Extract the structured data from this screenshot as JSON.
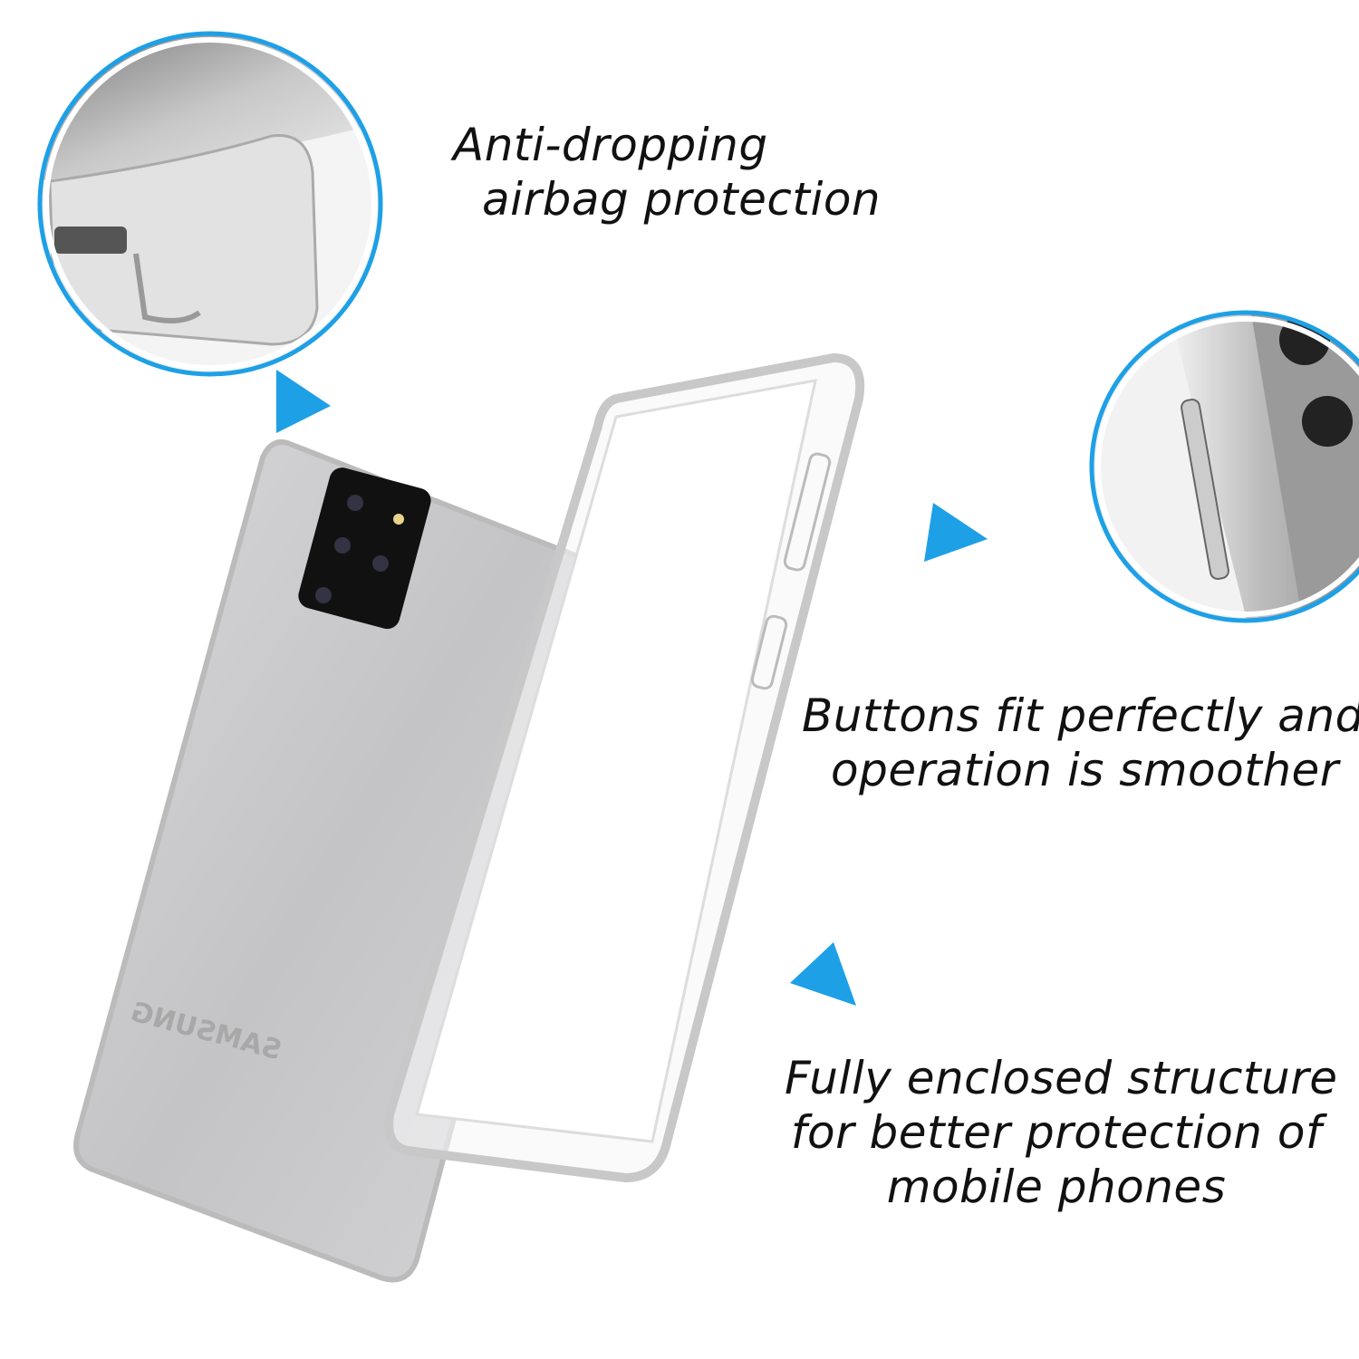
{
  "accent_color": "#1ea0e6",
  "features": [
    {
      "lines": [
        "Anti-dropping",
        "airbag protection"
      ]
    },
    {
      "lines": [
        "Buttons fit perfectly and",
        "operation is smoother"
      ]
    },
    {
      "lines": [
        "Fully enclosed structure",
        "for better protection of",
        "mobile phones"
      ]
    }
  ],
  "phone_logo": "SAMSUNG",
  "icons": [
    "pointer-triangle-icon"
  ]
}
